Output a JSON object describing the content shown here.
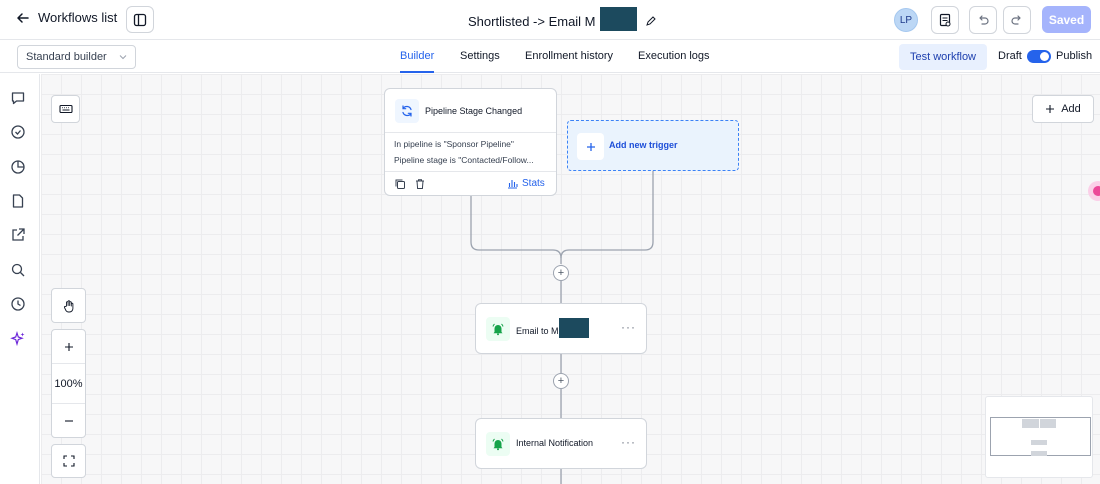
{
  "header": {
    "back_label": "Workflows list",
    "workflow_title": "Shortlisted -> Email M",
    "avatar_initials": "LP",
    "saved_label": "Saved"
  },
  "subheader": {
    "builder_select_value": "Standard builder",
    "tabs": [
      {
        "label": "Builder",
        "active": true
      },
      {
        "label": "Settings",
        "active": false
      },
      {
        "label": "Enrollment history",
        "active": false
      },
      {
        "label": "Execution logs",
        "active": false
      }
    ],
    "test_label": "Test workflow",
    "draft_label": "Draft",
    "publish_label": "Publish",
    "publish_on": true
  },
  "rail": {
    "icons": [
      "chat-icon",
      "check-circle-icon",
      "pie-chart-icon",
      "document-icon",
      "external-link-icon",
      "search-icon",
      "history-icon",
      "sparkle-icon"
    ]
  },
  "canvas": {
    "add_label": "Add",
    "zoom_level": "100%",
    "trigger": {
      "title": "Pipeline Stage Changed",
      "conditions": [
        "In pipeline is \"Sponsor Pipeline\"",
        "Pipeline stage is \"Contacted/Follow..."
      ],
      "stats_label": "Stats"
    },
    "new_trigger_label": "Add new trigger",
    "actions": [
      {
        "title": "Email to M"
      },
      {
        "title": "Internal Notification"
      }
    ]
  },
  "colors": {
    "accent": "#2563eb",
    "redacted": "#1c4a5e",
    "saved_bg": "#a5b4fc"
  }
}
